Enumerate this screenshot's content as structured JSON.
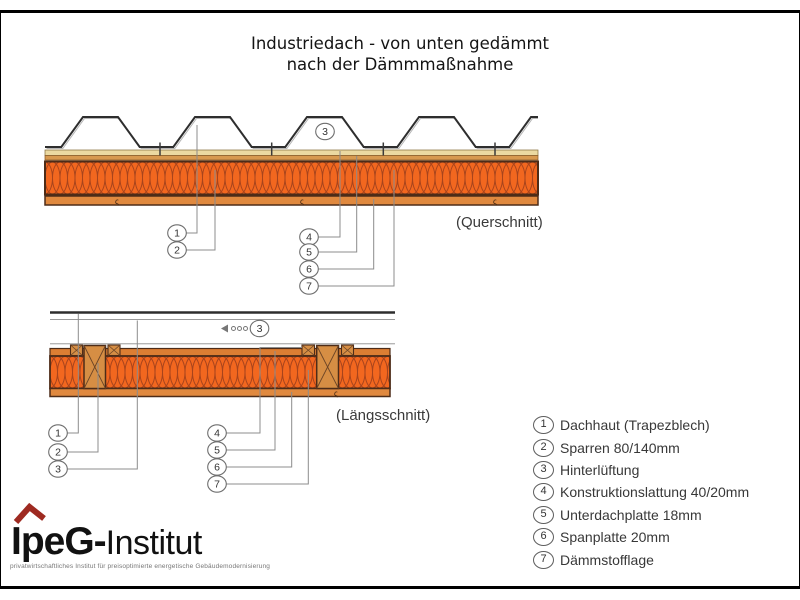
{
  "title": {
    "line1": "Industriedach - von unten gedämmt",
    "line2": "nach der Dämmmaßnahme"
  },
  "captions": {
    "querschnitt": "(Querschnitt)",
    "laengsschnitt": "(Längsschnitt)"
  },
  "callout_numbers": [
    "1",
    "2",
    "3",
    "4",
    "5",
    "6",
    "7"
  ],
  "legend": {
    "items": [
      {
        "num": "1",
        "label": "Dachhaut (Trapezblech)"
      },
      {
        "num": "2",
        "label": "Sparren 80/140mm"
      },
      {
        "num": "3",
        "label": "Hinterlüftung"
      },
      {
        "num": "4",
        "label": "Konstruktionslattung 40/20mm"
      },
      {
        "num": "5",
        "label": "Unterdachplatte 18mm"
      },
      {
        "num": "6",
        "label": "Spanplatte 20mm"
      },
      {
        "num": "7",
        "label": "Dämmstofflage"
      }
    ]
  },
  "logo": {
    "brand_bold": "IpeG-",
    "brand_rest": "Institut",
    "tagline": "privatwirtschaftliches Institut für preisoptimierte energetische Gebäudemodernisierung"
  },
  "material_mark": "ς",
  "colors": {
    "insulation": "#F2671F",
    "insulation_line": "#A8441C",
    "wood": "#D68E44",
    "wood_line": "#6B4426",
    "panel_tan": "#E0893F",
    "underlay": "#DC7E33",
    "beige": "#EBD9A1",
    "beige2": "#D7994F",
    "outline": "#4D2C18",
    "steel": "#2E2E2E",
    "leader": "#8C8C8C",
    "logo_red": "#9E2A21"
  }
}
